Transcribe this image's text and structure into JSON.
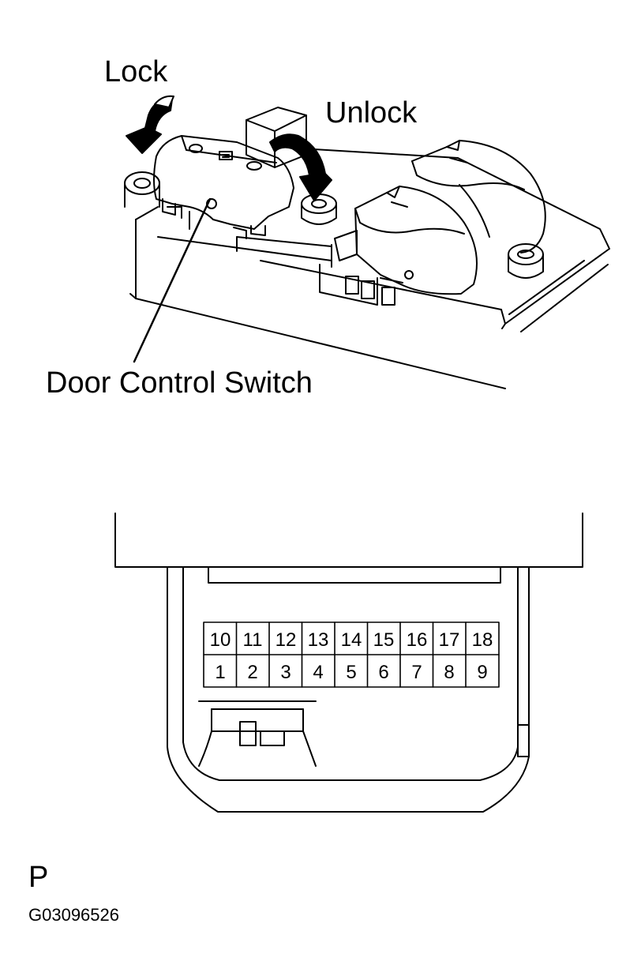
{
  "labels": {
    "lock": "Lock",
    "unlock": "Unlock",
    "switch": "Door Control Switch",
    "view": "P",
    "figure_code": "G03096526"
  },
  "connector": {
    "top_row": [
      "10",
      "11",
      "12",
      "13",
      "14",
      "15",
      "16",
      "17",
      "18"
    ],
    "bottom_row": [
      "1",
      "2",
      "3",
      "4",
      "5",
      "6",
      "7",
      "8",
      "9"
    ]
  }
}
